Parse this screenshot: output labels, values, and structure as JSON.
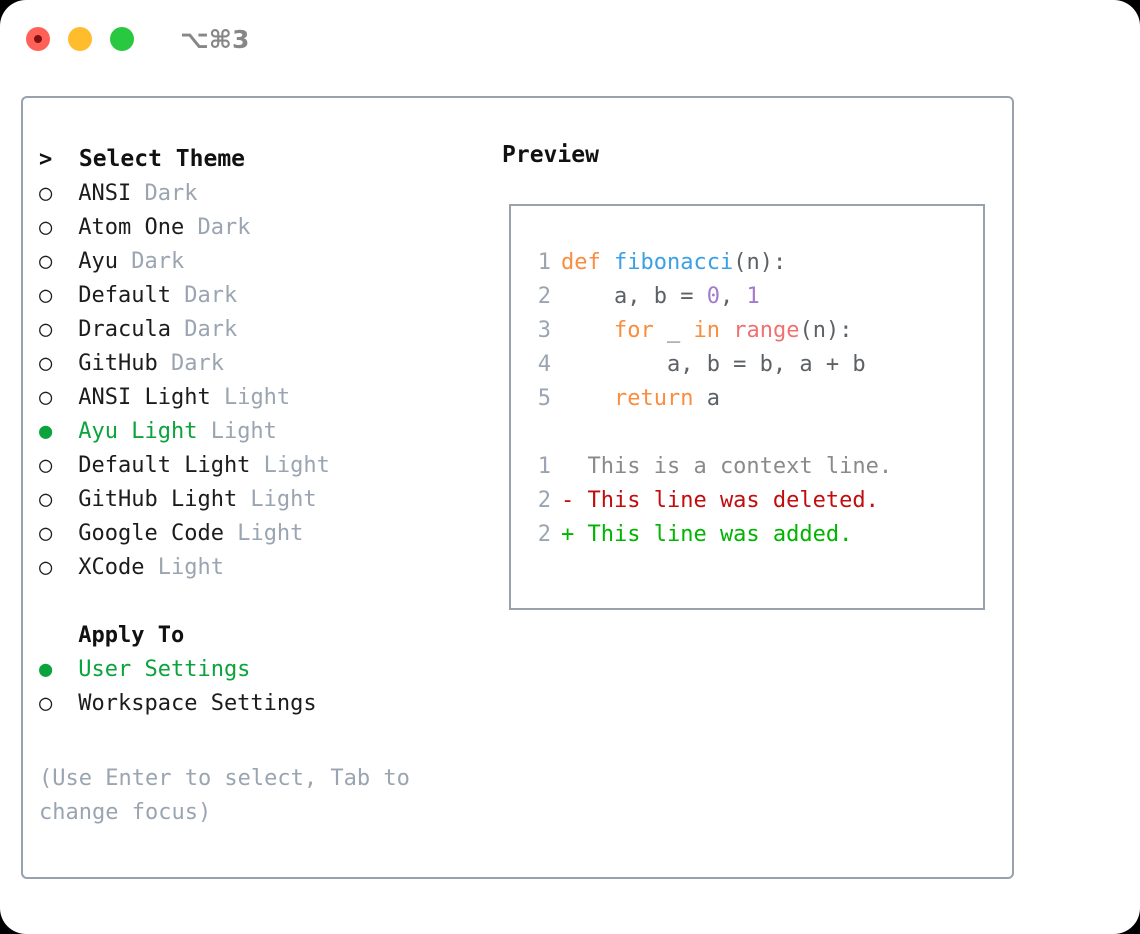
{
  "window": {
    "title": "⌥⌘3",
    "traffic_lights": [
      "close-button",
      "minimize-button",
      "maximize-button"
    ],
    "colors": {
      "close": "#ff6159",
      "minimize": "#ffbd2e",
      "maximize": "#28c840",
      "border": "#98a2ad",
      "accent_green": "#0aa33c",
      "muted": "#9aa5b1"
    }
  },
  "theme_list": {
    "heading": "Select Theme",
    "heading_marker": ">",
    "items": [
      {
        "marker": "○",
        "name": "ANSI",
        "type": "Dark",
        "selected": false
      },
      {
        "marker": "○",
        "name": "Atom One",
        "type": "Dark",
        "selected": false
      },
      {
        "marker": "○",
        "name": "Ayu",
        "type": "Dark",
        "selected": false
      },
      {
        "marker": "○",
        "name": "Default",
        "type": "Dark",
        "selected": false
      },
      {
        "marker": "○",
        "name": "Dracula",
        "type": "Dark",
        "selected": false
      },
      {
        "marker": "○",
        "name": "GitHub",
        "type": "Dark",
        "selected": false
      },
      {
        "marker": "○",
        "name": "ANSI Light",
        "type": "Light",
        "selected": false
      },
      {
        "marker": "●",
        "name": "Ayu Light",
        "type": "Light",
        "selected": true
      },
      {
        "marker": "○",
        "name": "Default Light",
        "type": "Light",
        "selected": false
      },
      {
        "marker": "○",
        "name": "GitHub Light",
        "type": "Light",
        "selected": false
      },
      {
        "marker": "○",
        "name": "Google Code",
        "type": "Light",
        "selected": false
      },
      {
        "marker": "○",
        "name": "XCode",
        "type": "Light",
        "selected": false
      }
    ]
  },
  "apply_to": {
    "label": "Apply To",
    "items": [
      {
        "marker": "●",
        "name": "User Settings",
        "selected": true
      },
      {
        "marker": "○",
        "name": "Workspace Settings",
        "selected": false
      }
    ]
  },
  "hint": "(Use Enter to select, Tab to change focus)",
  "preview": {
    "title": "Preview",
    "code_lines": [
      {
        "num": "1",
        "tokens": [
          {
            "t": "def ",
            "c": "kw"
          },
          {
            "t": "fibonacci",
            "c": "fn"
          },
          {
            "t": "(n):",
            "c": "pln"
          }
        ]
      },
      {
        "num": "2",
        "tokens": [
          {
            "t": "    a, b = ",
            "c": "pln"
          },
          {
            "t": "0",
            "c": "num"
          },
          {
            "t": ", ",
            "c": "pln"
          },
          {
            "t": "1",
            "c": "num"
          }
        ]
      },
      {
        "num": "3",
        "tokens": [
          {
            "t": "    ",
            "c": "pln"
          },
          {
            "t": "for",
            "c": "kw"
          },
          {
            "t": " _ ",
            "c": "pln"
          },
          {
            "t": "in",
            "c": "kw"
          },
          {
            "t": " ",
            "c": "pln"
          },
          {
            "t": "range",
            "c": "bif"
          },
          {
            "t": "(n):",
            "c": "pln"
          }
        ]
      },
      {
        "num": "4",
        "tokens": [
          {
            "t": "        a, b = b, a + b",
            "c": "pln"
          }
        ]
      },
      {
        "num": "5",
        "tokens": [
          {
            "t": "    ",
            "c": "pln"
          },
          {
            "t": "return",
            "c": "kw"
          },
          {
            "t": " a",
            "c": "pln"
          }
        ]
      }
    ],
    "diff_lines": [
      {
        "num": "1",
        "sign": "  ",
        "text": "This is a context line.",
        "cls": "ctx"
      },
      {
        "num": "2",
        "sign": "- ",
        "text": "This line was deleted.",
        "cls": "del"
      },
      {
        "num": "2",
        "sign": "+ ",
        "text": "This line was added.",
        "cls": "add"
      }
    ]
  }
}
